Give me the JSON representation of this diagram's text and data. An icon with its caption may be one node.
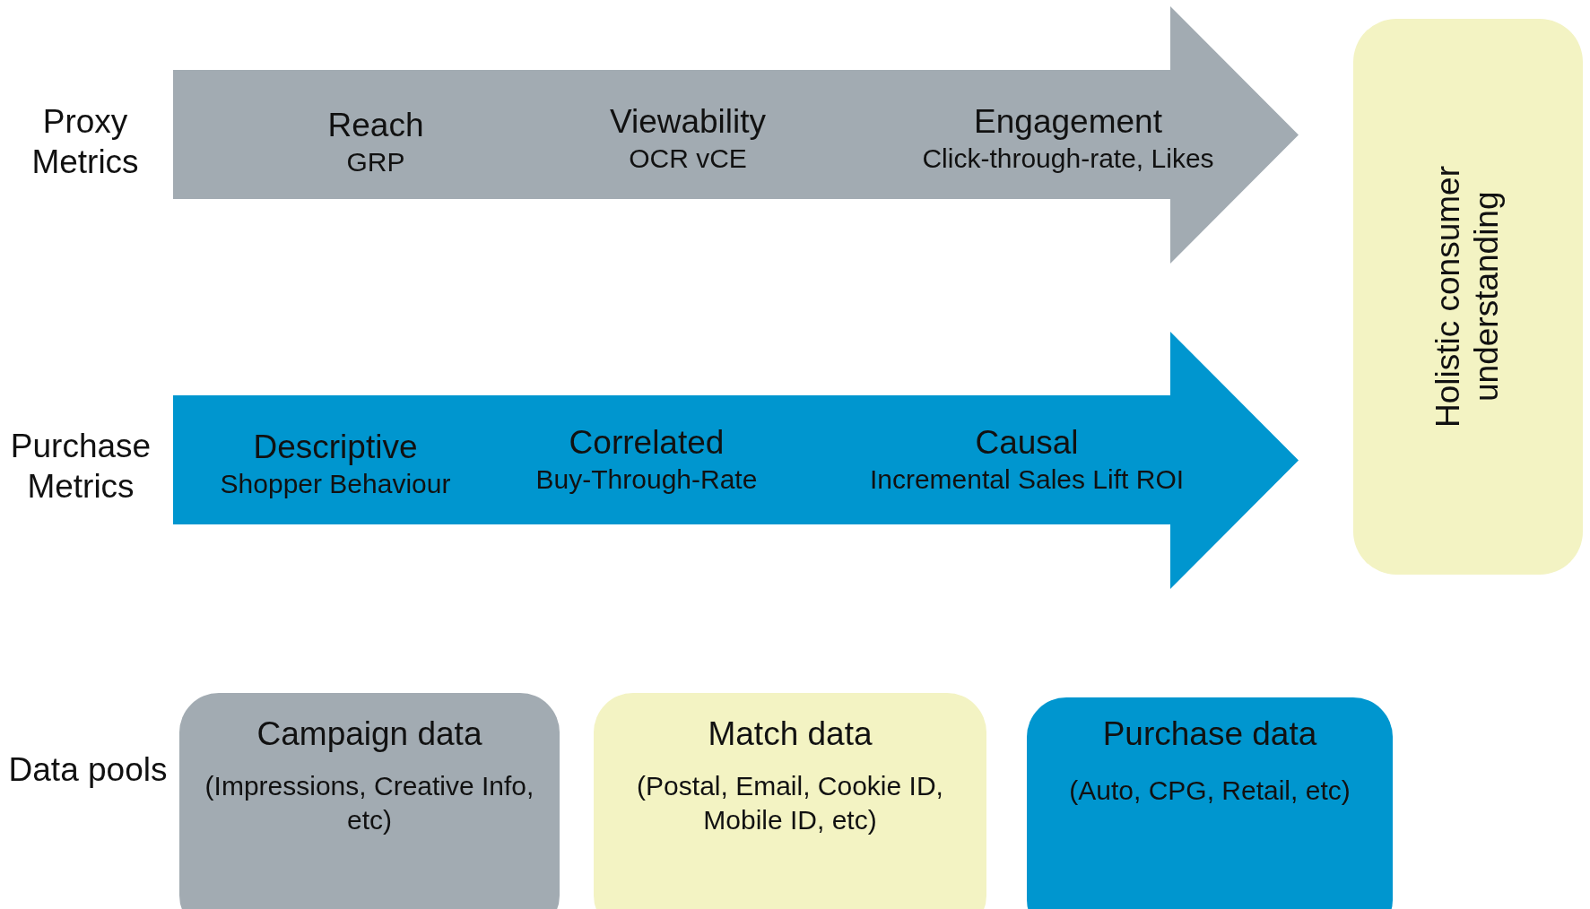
{
  "diagram": {
    "nodes": [
      {
        "text": [
          "Reach",
          "GRP",
          "Viewability",
          "OCR vCE",
          "Engagement",
          "Click-through-rate, Likes"
        ]
      },
      {
        "text": [
          "Descriptive",
          "Shopper Behaviour",
          "Correlated",
          "Buy-Through-Rate",
          "Causal",
          "Incremental Sales Lift ROI"
        ]
      },
      {
        "text": [
          "Holistic consumer understanding"
        ]
      },
      {
        "text": [
          "Campaign data",
          "(Impressions, Creative Info, etc)"
        ]
      },
      {
        "text": [
          "Match data",
          "(Postal, Email, Cookie ID, Mobile ID, etc)"
        ]
      },
      {
        "text": [
          "Purchase data",
          "(Auto, CPG, Retail, etc)"
        ]
      }
    ],
    "labels": [
      "Proxy Metrics",
      "Purchase Metrics",
      "Data pools"
    ]
  }
}
